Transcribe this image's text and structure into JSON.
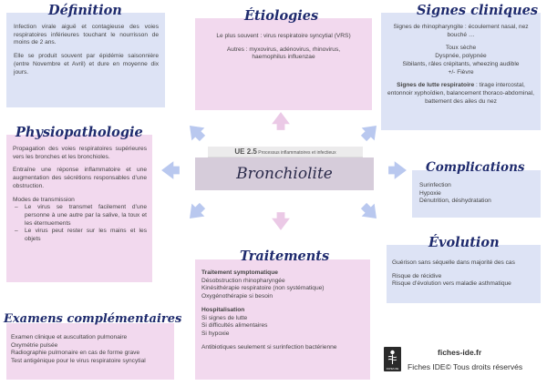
{
  "center": {
    "ue": "UE 2.5",
    "ue_subtitle": "Processus inflammatoires et infectieux",
    "title": "Bronchiolite"
  },
  "definition": {
    "title": "Définition",
    "p1": "Infection virale aiguë et contagieuse des voies respiratoires inférieures touchant le nourrisson de moins de 2 ans.",
    "p2": "Elle se produit souvent par épidémie saisonnière (entre Novembre et Avril) et dure en moyenne dix jours."
  },
  "etiologies": {
    "title": "Étiologies",
    "p1": "Le plus souvent : virus respiratoire syncytial (VRS)",
    "p2": "Autres : myxovirus, adénovirus, rhinovirus, haemophilus influenzae"
  },
  "signes": {
    "title": "Signes cliniques",
    "p1": "Signes de rhinopharyngite : écoulement nasal, nez bouché …",
    "l1": "Toux sèche",
    "l2": "Dyspnée, polypnée",
    "l3": "Sibilants, râles crépitants, wheezing audible",
    "l4": "+/- Fièvre",
    "lutte_label": "Signes de lutte respiratoire",
    "lutte_text": " : tirage intercostal, entonnoir xyphoïdien, balancement thoraco-abdominal, battement des ailes du nez"
  },
  "physio": {
    "title": "Physiopathologie",
    "p1": "Propagation des voies respiratoires supérieures vers les bronches et les bronchioles.",
    "p2": "Entraîne une réponse inflammatoire et une augmentation des sécrétions responsables d’une obstruction.",
    "modes_title": "Modes de transmission",
    "m1": "Le virus se transmet facilement d’une personne à une autre par la salive, la toux et les éternuements",
    "m2": "Le virus peut rester sur les mains et les objets"
  },
  "complications": {
    "title": "Complications",
    "l1": "Surinfection",
    "l2": "Hypoxie",
    "l3": "Dénutrition, déshydratation"
  },
  "evolution": {
    "title": "Évolution",
    "p1": "Guérison sans séquelle dans majorité des cas",
    "p2": "Risque de récidive",
    "p3": "Risque d’évolution vers maladie asthmatique"
  },
  "traitements": {
    "title": "Traitements",
    "sympt_title": "Traitement symptomatique",
    "s1": "Désobstruction rhinopharyngée",
    "s2": "Kinésithérapie respiratoire (non systématique)",
    "s3": "Oxygénothérapie si besoin",
    "hosp_title": "Hospitalisation",
    "h1": "Si signes de lutte",
    "h2": "Si difficultés alimentaires",
    "h3": "Si hypoxie",
    "atb": "Antibiotiques seulement si surinfection bactérienne"
  },
  "examens": {
    "title": "Examens complémentaires",
    "l1": "Examen clinique et auscultation pulmonaire",
    "l2": "Oxymétrie pulsée",
    "l3": "Radiographie pulmonaire en cas de forme grave",
    "l4": "Test antigénique pour le virus respiratoire syncytial"
  },
  "footer": {
    "site": "fiches-ide.fr",
    "rights": "Fiches IDE© Tous droits réservés",
    "logo_text": "FICHES IDE"
  },
  "colors": {
    "title": "#1f2b6e",
    "blue_box": "#dde3f5",
    "pink_box": "#f2d9ee",
    "center": "#d6ccda",
    "arrow_pink": "#ebc9e6",
    "arrow_blue": "#b9c8ef"
  }
}
